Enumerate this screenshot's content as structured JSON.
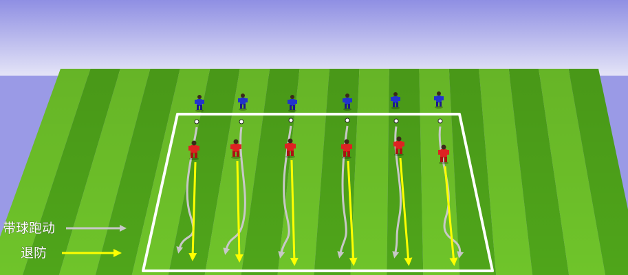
{
  "legend": {
    "items": [
      {
        "label": "带球跑动",
        "line_color": "#c8c8c8",
        "meaning": "dribble"
      },
      {
        "label": "退防",
        "line_color": "#ffff00",
        "meaning": "retreat"
      }
    ]
  },
  "colors": {
    "sky_top": "#8f8fe3",
    "sky_bottom": "#e6e6f8",
    "grass_light": "#6fc42a",
    "grass_dark": "#4fa51a",
    "field_line": "#ffffff",
    "team_blue": "#2233cc",
    "team_red": "#dd2222",
    "dribble_path": "#c8c8c8",
    "retreat_path": "#ffff00"
  },
  "drill": {
    "lanes": 6,
    "players": [
      {
        "team": "blue",
        "count": 6
      },
      {
        "team": "red",
        "count": 6
      }
    ],
    "balls": 6
  }
}
